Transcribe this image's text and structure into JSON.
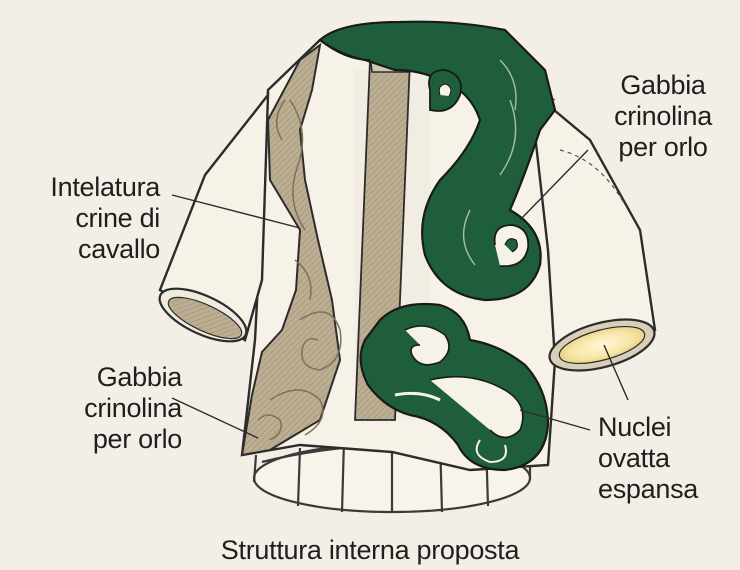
{
  "labels": {
    "intelatura": [
      "Intelatura",
      "crine di",
      "cavallo"
    ],
    "gabbia_left": [
      "Gabbia",
      "crinolina",
      "per orlo"
    ],
    "gabbia_right": [
      "Gabbia",
      "crinolina",
      "per orlo"
    ],
    "nuclei": [
      "Nuclei",
      "ovatta",
      "espansa"
    ]
  },
  "caption": "Struttura interna proposta",
  "colors": {
    "background": "#f3efe6",
    "fabric": "#f6f2e8",
    "outline": "#2c2c2c",
    "green": "#1f5e3a",
    "green_dark": "#174a2d",
    "horsehair": "#b9ab90",
    "horsehair_line": "#8c7d63",
    "padding_glow": "#fff3c4",
    "text": "#1f1f1f"
  }
}
